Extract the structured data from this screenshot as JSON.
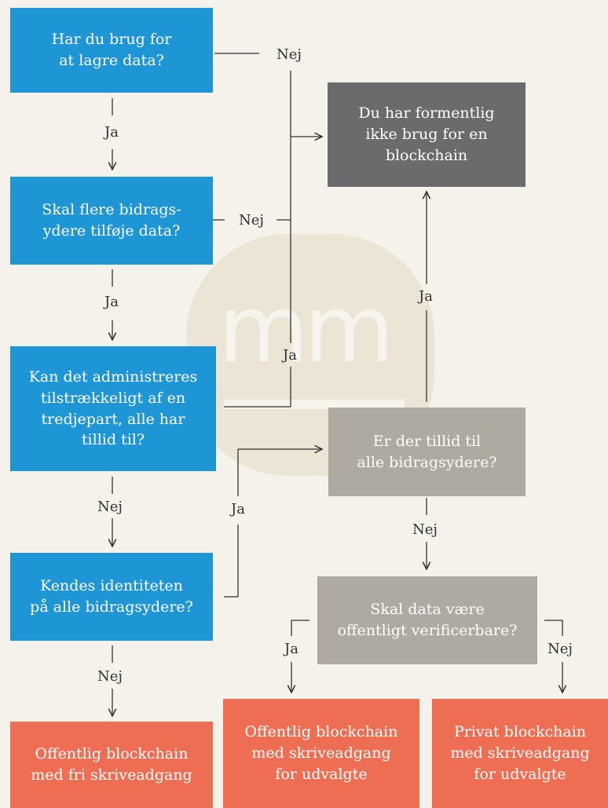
{
  "boxes": {
    "q_store_data": "Har du brug for\nat lagre data?",
    "no_blockchain": "Du har formentlig\nikke brug for en\nblockchain",
    "q_multiple_contributors": "Skal flere bidrags-\nydere tilføje data?",
    "q_third_party": "Kan det administreres\ntilstrækkeligt af en\ntredjepart, alle har\ntillid til?",
    "q_trust_all": "Er der tillid til\nalle bidragsydere?",
    "q_identities_known": "Kendes identiteten\npå alle bidragsydere?",
    "q_public_verifiable": "Skal data være\noffentligt verificerbare?",
    "public_free": "Offentlig blockchain\nmed fri skriveadgang",
    "public_selected": "Offentlig blockchain\nmed skriveadgang\nfor udvalgte",
    "private_selected": "Privat blockchain\nmed skriveadgang\nfor udvalgte"
  },
  "labels": {
    "no_1": "Nej",
    "yes_1": "Ja",
    "no_2": "Nej",
    "yes_2": "Ja",
    "yes_3": "Ja",
    "yes_4": "Ja",
    "no_3": "Nej",
    "yes_5": "Ja",
    "no_4": "Nej",
    "no_5": "Nej",
    "yes_6": "Ja",
    "no_6": "Nej"
  },
  "colors": {
    "question": "#1e95d4",
    "no_blockchain": "#6b6b6d",
    "secondary_question": "#aeaaa1",
    "outcome": "#ee6e53",
    "background": "#f5f2eb"
  },
  "watermark": "mm"
}
